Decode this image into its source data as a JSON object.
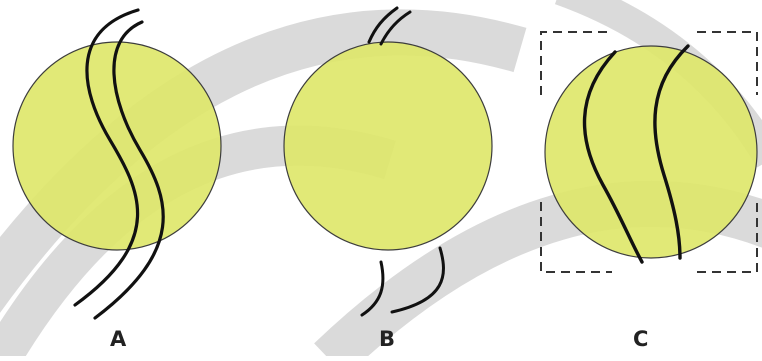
{
  "panels": [
    {
      "label": "A"
    },
    {
      "label": "B"
    },
    {
      "label": "C"
    }
  ],
  "colors": {
    "background": "#ffffff",
    "watermark": "#d6d6d6",
    "ball_fill": "#dee768",
    "ball_stroke": "#3d3d3d",
    "line": "#111111",
    "dashed_frame": "#333333",
    "label": "#222222"
  }
}
